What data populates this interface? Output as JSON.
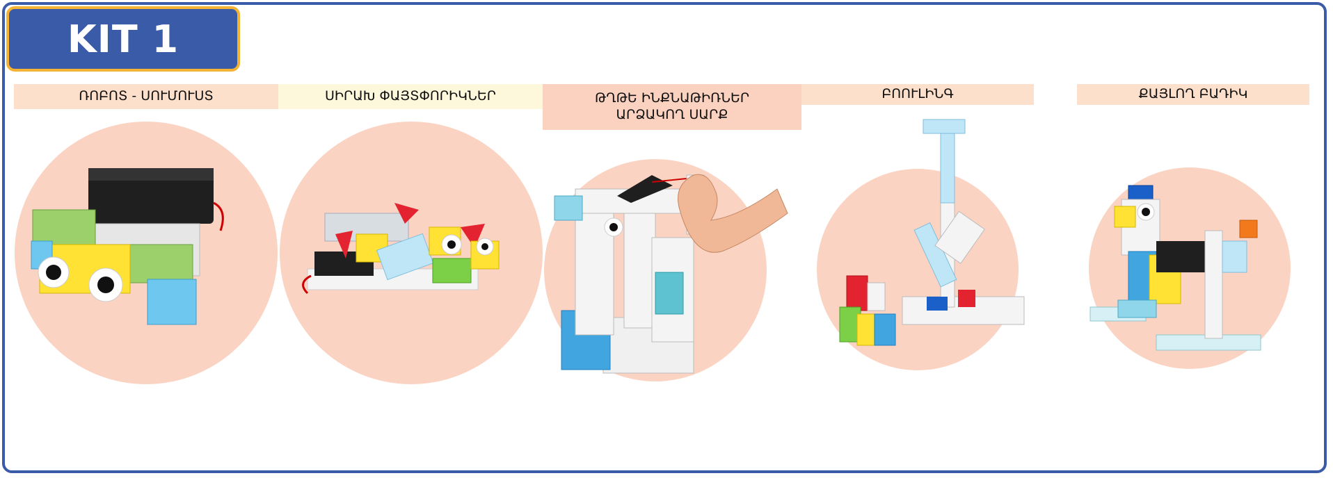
{
  "kit_badge": {
    "label": "KIT 1"
  },
  "colors": {
    "frame": "#3a5ba8",
    "badge": "#3a5ba8",
    "badge_border": "#f5b335",
    "label_peach": "#fde0cc",
    "label_cream": "#fdf7dc",
    "label_salmon": "#fbd1c0",
    "circle": "#fbd3c3"
  },
  "models": [
    {
      "label": "ՌՈԲՈՏ  - ՍՈՒՄՈՒՍՏ",
      "icon": "robot-sumo-icon"
    },
    {
      "label": "ՍԻՐԱԽ ՓԱՅՏՓՈՐԻԿՆԵՐ",
      "icon": "woodpeckers-icon"
    },
    {
      "label_line1": "ԹՂԹԵ ԻՆՔՆԱԹԻՌՆԵՐ",
      "label_line2": "ԱՐՁԱԿՈՂ ՍԱՐՔ",
      "icon": "plane-launcher-icon"
    },
    {
      "label": "ԲՈՈՒԼԻՆԳ",
      "icon": "bowling-icon"
    },
    {
      "label": "ՔԱՅԼՈՂ ԲԱԴԻԿ",
      "icon": "walking-duck-icon"
    }
  ]
}
